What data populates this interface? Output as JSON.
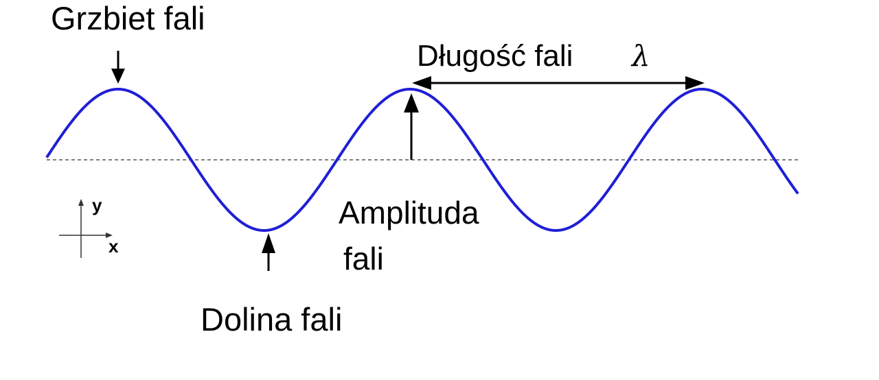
{
  "labels": {
    "crest": "Grzbiet fali",
    "wavelength": "Długość fali",
    "lambda": "λ",
    "amplitude_line1": "Amplituda",
    "amplitude_line2": "fali",
    "trough": "Dolina fali",
    "axis_y": "y",
    "axis_x": "x"
  },
  "colors": {
    "wave": "#1f1fd6",
    "arrow": "#000000",
    "baseline": "#555555"
  }
}
